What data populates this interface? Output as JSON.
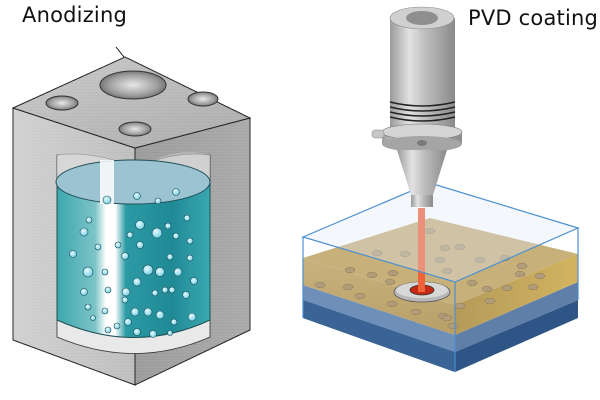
{
  "labels": {
    "anodizing": "Anodizing",
    "pvd": "PVD coating"
  },
  "colors": {
    "metal_light": "#d6d6d6",
    "metal_mid": "#b0b0b0",
    "metal_dark": "#8c8c8c",
    "liquid": "#2f9aa6",
    "liquid_top": "#8fb8cc",
    "bubble": "#a8e4f0",
    "beam": "#f0623a",
    "substrate_tan": "#c8b07a",
    "substrate_blue": "#6d8fb8",
    "base_navy": "#2e5585",
    "glass_edge": "#4a90d0"
  },
  "icons": {
    "anodizing_illustration": "anodized-block-with-electrolyte-bath",
    "pvd_illustration": "pvd-nozzle-depositing-on-substrate"
  }
}
